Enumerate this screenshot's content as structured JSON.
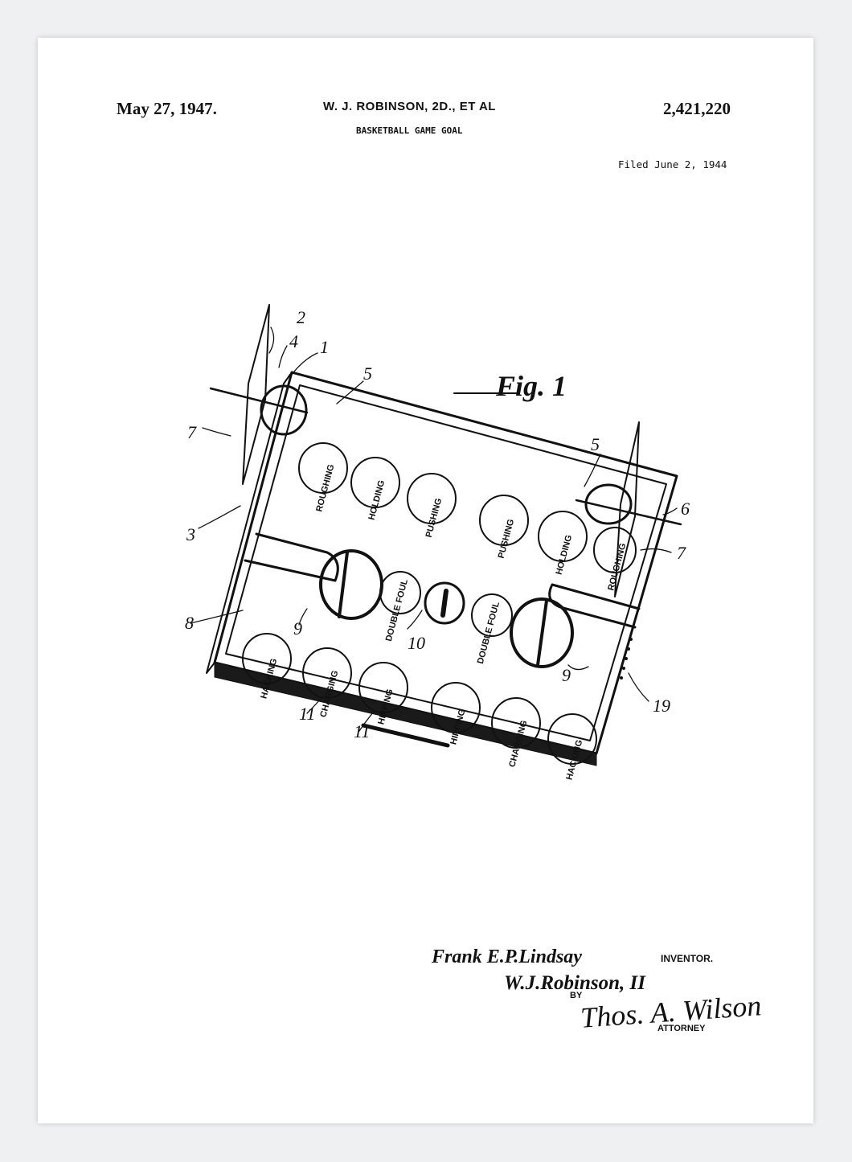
{
  "header": {
    "date": "May 27, 1947.",
    "inventor_names": "W. J. ROBINSON, 2D., ET AL",
    "title": "BASKETBALL GAME GOAL",
    "patent_number": "2,421,220",
    "filed": "Filed June 2, 1944"
  },
  "figure": {
    "label": "Fig. 1",
    "circles_top": [
      "ROUGHING",
      "HOLDING",
      "PUSHING",
      "PUSHING",
      "HOLDING",
      "ROUGHING"
    ],
    "circles_bottom": [
      "HACKING",
      "CHARGING",
      "HIPPING",
      "HIPPING",
      "CHARGING",
      "HACKING"
    ],
    "circles_center": [
      "DOUBLE FOUL",
      "DOUBLE FOUL"
    ],
    "reference_numerals": [
      "1",
      "2",
      "3",
      "4",
      "5",
      "5",
      "6",
      "7",
      "7",
      "8",
      "9",
      "9",
      "10",
      "11",
      "11",
      "19"
    ]
  },
  "signatures": {
    "inventor_1": "Frank E.P.Lindsay",
    "inventor_label": "INVENTOR.",
    "inventor_2": "W.J.Robinson, II",
    "by": "BY",
    "attorney_signature": "Thos. A. Wilson",
    "attorney_label": "ATTORNEY"
  }
}
